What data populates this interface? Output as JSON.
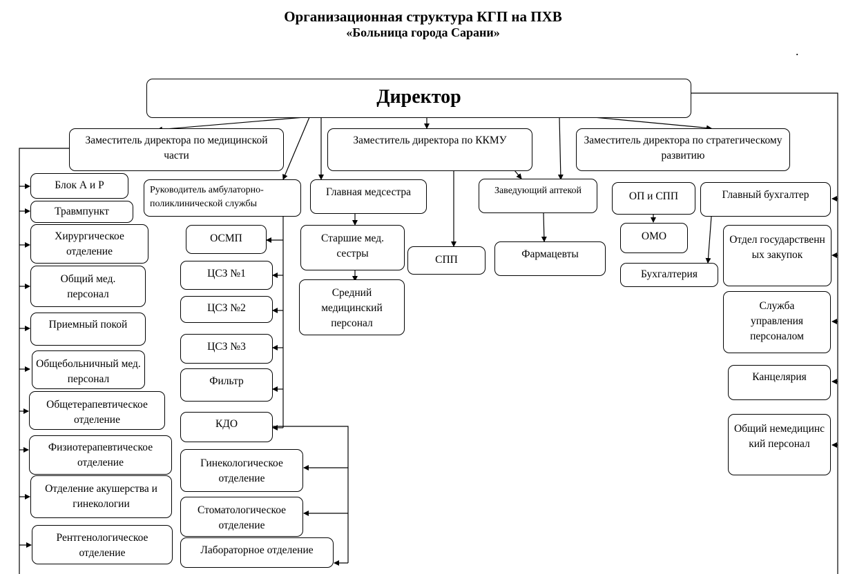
{
  "title": {
    "line1": "Организационная структура КГП на ПХВ",
    "line2": "«Больница города Сарани»"
  },
  "dot": ".",
  "nodes": {
    "director": "Директор",
    "dep_medical": "Заместитель директора по медицинской части",
    "dep_kkmu": "Заместитель директора по ККМУ",
    "dep_strategy": "Заместитель директора по стратегическому развитию",
    "blok": "Блок А и Р",
    "travm": "Травмпункт",
    "surgery": "Хирургическое отделение",
    "general_staff": "Общий мед. персонал",
    "reception": "Приемный покой",
    "hospital_staff": "Общебольничный мед. персонал",
    "therapy": "Общетерапевтическое отделение",
    "physio": "Физиотерапевтическое отделение",
    "obstetrics": "Отделение акушерства и гинекологии",
    "radiology": "Рентгенологическое отделение",
    "amb_head": "Руководитель амбулаторно-поликлинической службы",
    "osmp": "ОСМП",
    "csz1": "ЦСЗ №1",
    "csz2": "ЦСЗ №2",
    "csz3": "ЦСЗ №3",
    "filter": "Фильтр",
    "kdo": "КДО",
    "gyn": "Гинекологическое отделение",
    "dental": "Стоматологическое отделение",
    "lab": "Лабораторное отделение",
    "head_nurse": "Главная медсестра",
    "senior_nurses": "Старшие мед. сестры",
    "mid_staff": "Средний медицинский персонал",
    "spp": "СПП",
    "pharmacy_head": "Заведующий аптекой",
    "pharmacists": "Фармацевты",
    "op_spp": "ОП и СПП",
    "omo": "ОМО",
    "chief_accountant": "Главный бухгалтер",
    "accounting": "Бухгалтерия",
    "procurement": "Отдел государственных закупок",
    "hr": "Служба управления персоналом",
    "office": "Канцелярия",
    "non_medical": "Общий немедицинский персонал"
  }
}
